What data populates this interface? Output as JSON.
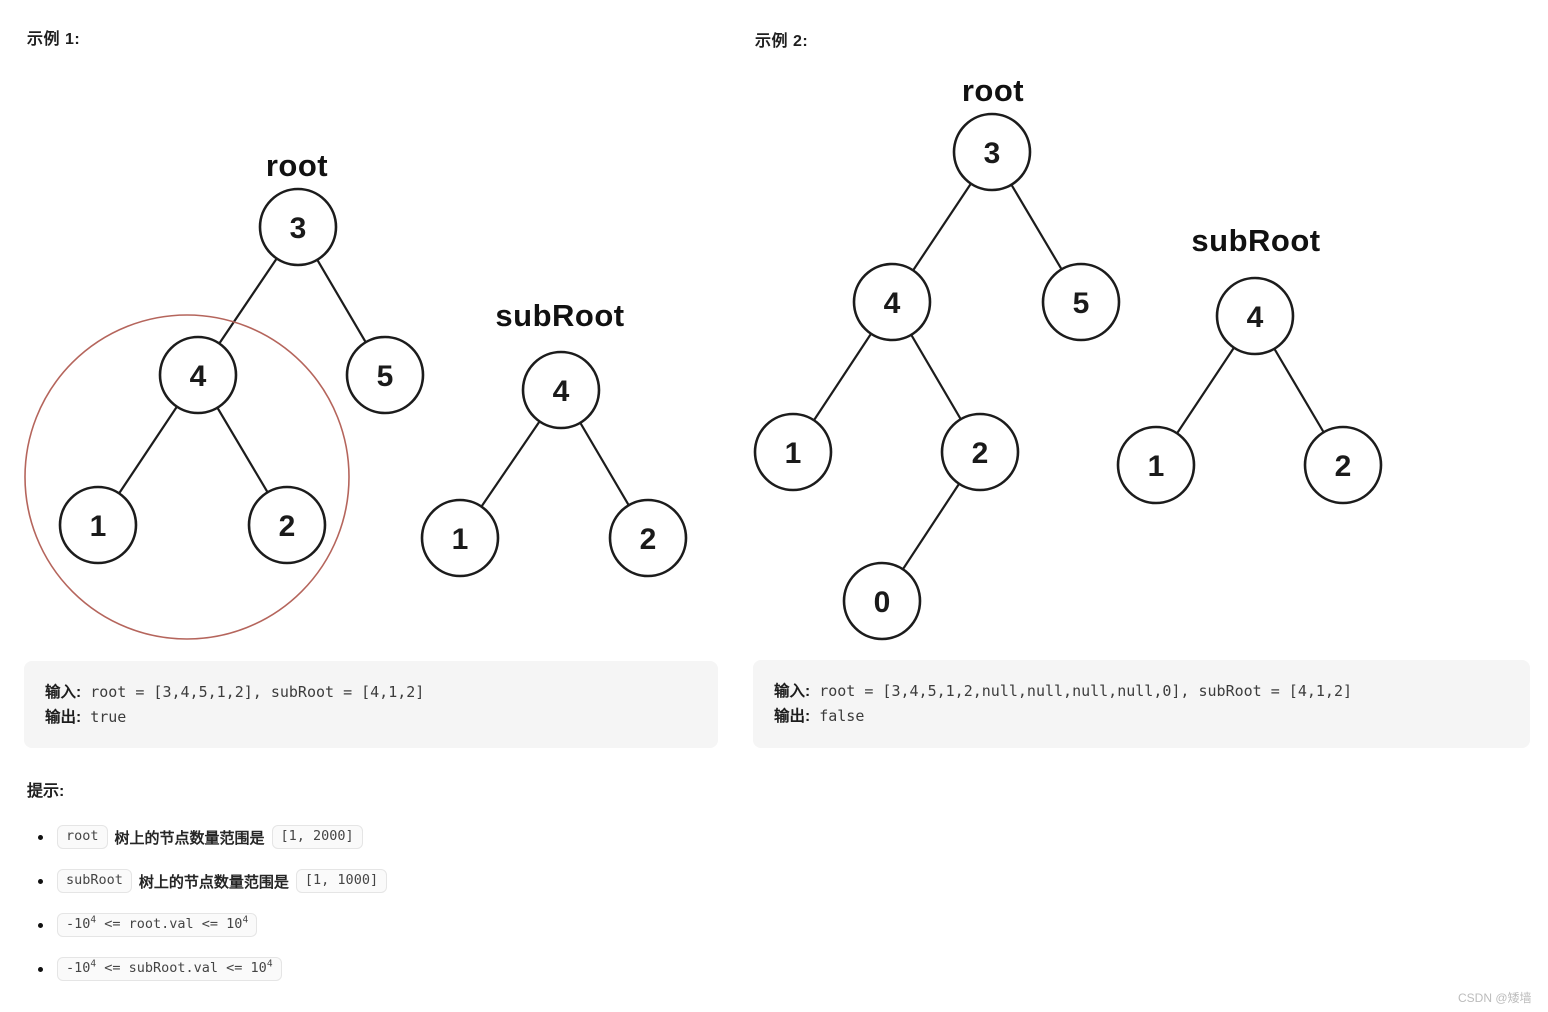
{
  "colors": {
    "highlight_circle": "#b5655c",
    "io_panel_bg": "#f5f5f5",
    "code_pill_bg": "#fafafa",
    "code_pill_border": "#e5e5e5",
    "tree_stroke": "#1c1c1c",
    "watermark_text": "#bcbcbc"
  },
  "example1": {
    "header": "示例 1:",
    "root_label": "root",
    "subroot_label": "subRoot",
    "root_nodes": [
      "3",
      "4",
      "5",
      "1",
      "2"
    ],
    "subroot_nodes": [
      "4",
      "1",
      "2"
    ],
    "io": {
      "input_label": "输入:",
      "input_code": " root = [3,4,5,1,2], subRoot = [4,1,2]",
      "output_label": "输出:",
      "output_code": " true"
    }
  },
  "example2": {
    "header": "示例 2:",
    "root_label": "root",
    "subroot_label": "subRoot",
    "root_nodes": [
      "3",
      "4",
      "5",
      "1",
      "2",
      "0"
    ],
    "subroot_nodes": [
      "4",
      "1",
      "2"
    ],
    "io": {
      "input_label": "输入:",
      "input_code": " root = [3,4,5,1,2,null,null,null,null,0], subRoot = [4,1,2]",
      "output_label": "输出:",
      "output_code": " false"
    }
  },
  "hints": {
    "title": "提示:",
    "items": [
      {
        "code_a": "root",
        "text": "树上的节点数量范围是",
        "code_b": "[1, 2000]"
      },
      {
        "code_a": "subRoot",
        "text": "树上的节点数量范围是",
        "code_b": "[1, 1000]"
      },
      {
        "pre": "-10",
        "sup_a": "4",
        "mid": " <= root.val <= 10",
        "sup_b": "4"
      },
      {
        "pre": "-10",
        "sup_a": "4",
        "mid": " <= subRoot.val <= 10",
        "sup_b": "4"
      }
    ]
  },
  "watermark": "CSDN @矮墙"
}
